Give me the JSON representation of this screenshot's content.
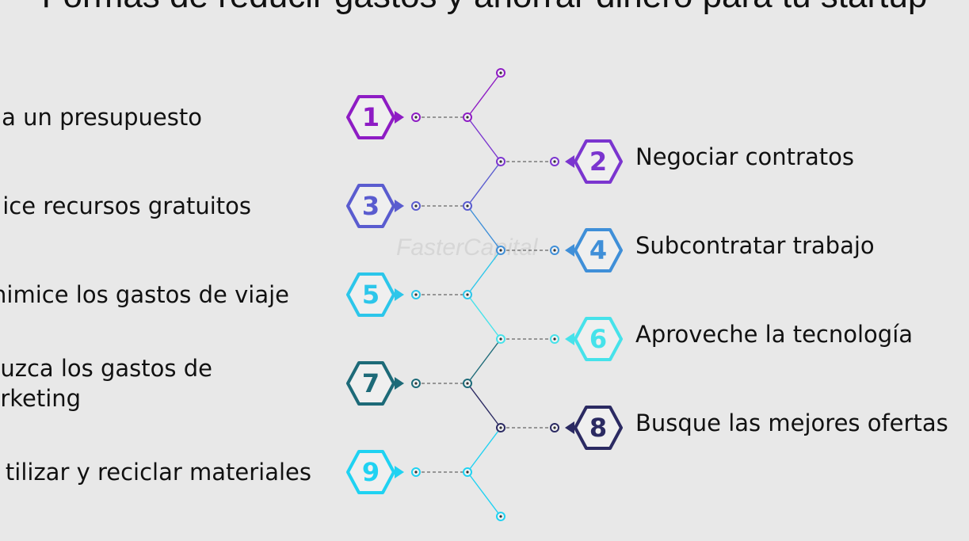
{
  "title": "Formas de reducir gastos y ahorrar dinero para tu startup",
  "watermark": "FasterCapital",
  "steps": [
    {
      "number": "1",
      "label": "a un presupuesto",
      "side": "left",
      "color": "#8e1cc4"
    },
    {
      "number": "2",
      "label": "Negociar contratos",
      "side": "right",
      "color": "#7b35cf"
    },
    {
      "number": "3",
      "label": "ice recursos gratuitos",
      "side": "left",
      "color": "#5a5ccf"
    },
    {
      "number": "4",
      "label": "Subcontratar trabajo",
      "side": "right",
      "color": "#3f8fd8"
    },
    {
      "number": "5",
      "label": "nimice los gastos de viaje",
      "side": "left",
      "color": "#2cc6ea"
    },
    {
      "number": "6",
      "label": "Aproveche la tecnología",
      "side": "right",
      "color": "#46e2ea"
    },
    {
      "number": "7",
      "label": "uzca los gastos de\nrketing",
      "side": "left",
      "color": "#1d6a78"
    },
    {
      "number": "8",
      "label": "Busque las mejores ofertas",
      "side": "right",
      "color": "#2b2a62"
    },
    {
      "number": "9",
      "label": "tilizar y reciclar materiales",
      "side": "left",
      "color": "#1fd2f2"
    }
  ]
}
